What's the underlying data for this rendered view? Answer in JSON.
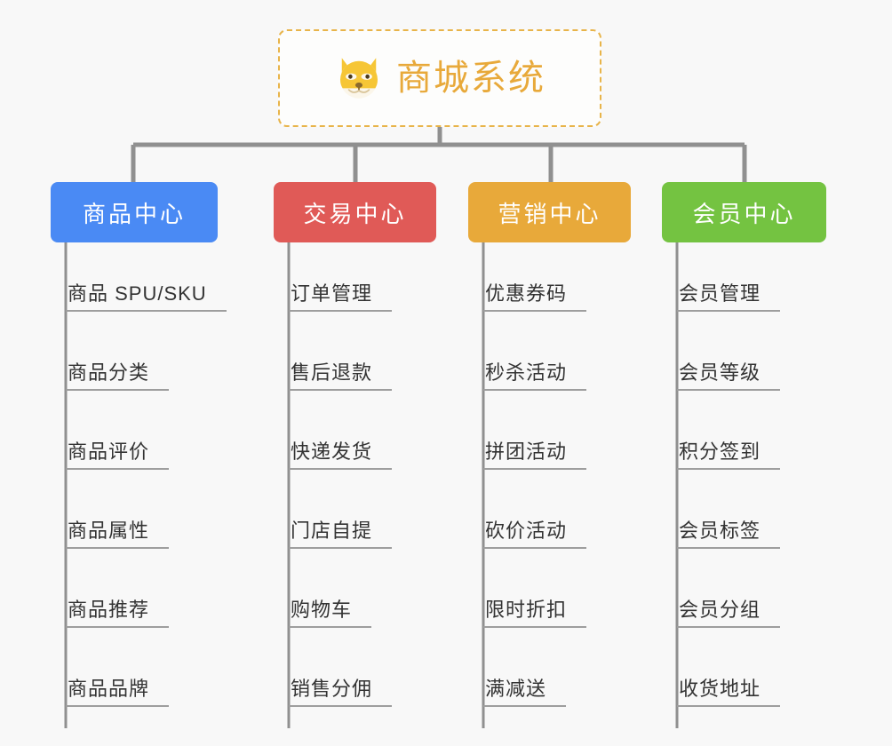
{
  "page": {
    "background_color": "#f8f8f8",
    "line_color": "#909090"
  },
  "root": {
    "title": "商城系统",
    "icon": "shiba-dog-icon",
    "text_color": "#e8a93a",
    "border_color": "#e8b44a",
    "border_style": "dashed",
    "background_color": "#fdfdfc"
  },
  "columns": [
    {
      "label": "商品中心",
      "color": "#4a8af4",
      "trunk_color": "#909090",
      "items": [
        {
          "label": "商品 SPU/SKU"
        },
        {
          "label": "商品分类"
        },
        {
          "label": "商品评价"
        },
        {
          "label": "商品属性"
        },
        {
          "label": "商品推荐"
        },
        {
          "label": "商品品牌"
        }
      ]
    },
    {
      "label": "交易中心",
      "color": "#e05a57",
      "trunk_color": "#909090",
      "items": [
        {
          "label": "订单管理"
        },
        {
          "label": "售后退款"
        },
        {
          "label": "快递发货"
        },
        {
          "label": "门店自提"
        },
        {
          "label": "购物车"
        },
        {
          "label": "销售分佣"
        }
      ]
    },
    {
      "label": "营销中心",
      "color": "#e8a93a",
      "trunk_color": "#909090",
      "items": [
        {
          "label": "优惠券码"
        },
        {
          "label": "秒杀活动"
        },
        {
          "label": "拼团活动"
        },
        {
          "label": "砍价活动"
        },
        {
          "label": "限时折扣"
        },
        {
          "label": "满减送"
        }
      ]
    },
    {
      "label": "会员中心",
      "color": "#74c341",
      "trunk_color": "#909090",
      "items": [
        {
          "label": "会员管理"
        },
        {
          "label": "会员等级"
        },
        {
          "label": "积分签到"
        },
        {
          "label": "会员标签"
        },
        {
          "label": "会员分组"
        },
        {
          "label": "收货地址"
        }
      ]
    }
  ]
}
